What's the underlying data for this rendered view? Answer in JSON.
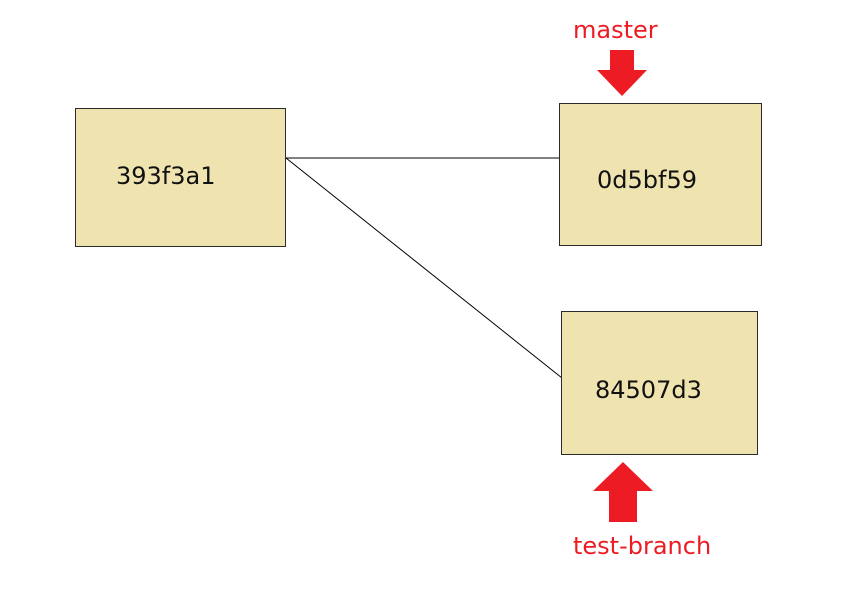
{
  "commits": [
    {
      "id": "root",
      "hash": "393f3a1"
    },
    {
      "id": "master-tip",
      "hash": "0d5bf59"
    },
    {
      "id": "test-branch-tip",
      "hash": "84507d3"
    }
  ],
  "branches": {
    "master": {
      "label": "master",
      "points_to": "0d5bf59"
    },
    "test_branch": {
      "label": "test-branch",
      "points_to": "84507d3"
    }
  },
  "edges": [
    {
      "from": "393f3a1",
      "to": "0d5bf59"
    },
    {
      "from": "393f3a1",
      "to": "84507d3"
    }
  ],
  "colors": {
    "node_fill": "#efe3af",
    "node_border": "#2b2b2b",
    "label_red": "#ed1c24",
    "edge": "#000000"
  }
}
